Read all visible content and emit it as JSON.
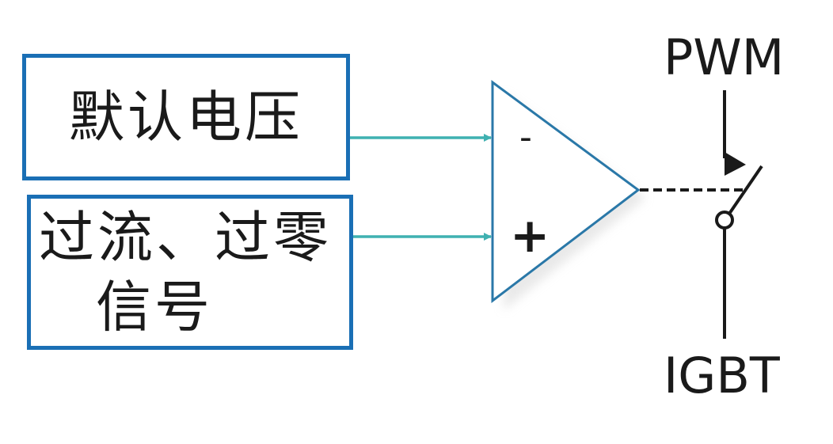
{
  "inputs": {
    "default_voltage": "默认电压",
    "signal_line1": "过流、过零",
    "signal_line2": "信号"
  },
  "comparator": {
    "minus_sign": "-",
    "plus_sign": "+"
  },
  "switch": {
    "control_label": "PWM",
    "device_label": "IGBT"
  },
  "colors": {
    "box_border": "#1a6fb5",
    "arrow": "#3fb1b1",
    "comparator_outline": "#2a78a8",
    "text": "#1a1a1a"
  }
}
